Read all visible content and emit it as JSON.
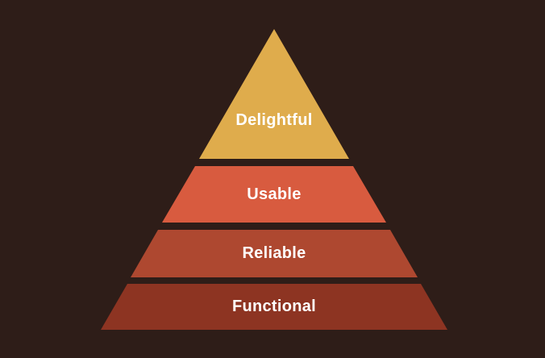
{
  "canvas": {
    "background_color": "#2e1d18",
    "text_color": "#ffffff"
  },
  "diagram": {
    "type": "pyramid",
    "layers": [
      {
        "label": "Delightful",
        "color": "#dfac4c"
      },
      {
        "label": "Usable",
        "color": "#d85b3f"
      },
      {
        "label": "Reliable",
        "color": "#ae4830"
      },
      {
        "label": "Functional",
        "color": "#8d3422"
      }
    ]
  }
}
